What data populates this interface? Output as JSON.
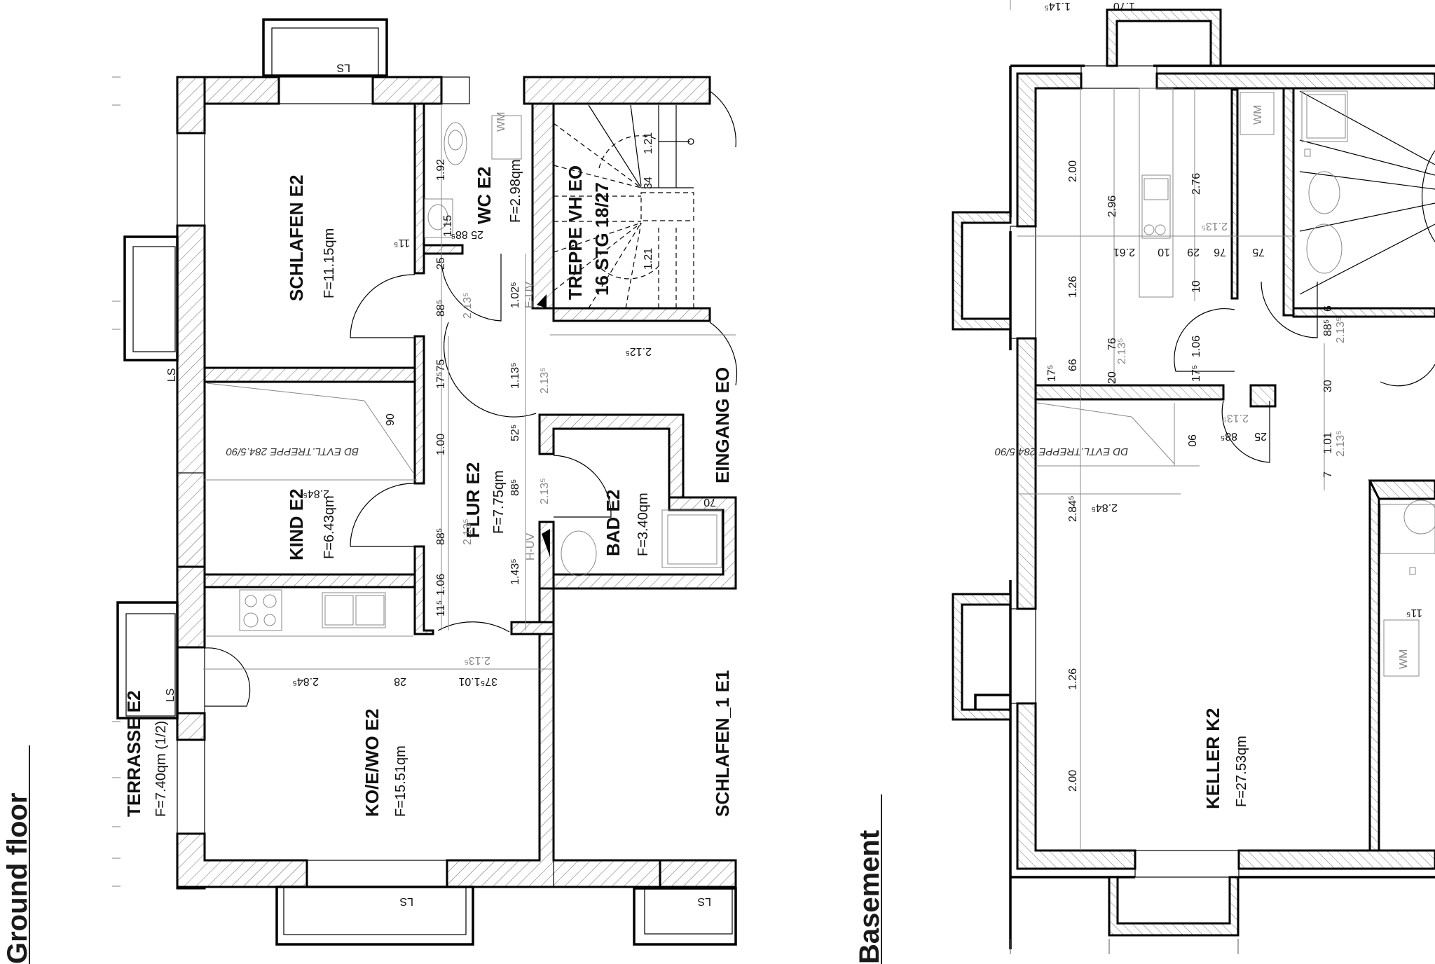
{
  "titles": {
    "ground_floor": "Ground floor",
    "basement": "Basement"
  },
  "ground_floor": {
    "rooms": [
      {
        "name": "SCHLAFEN E2",
        "area": "F=11.15qm"
      },
      {
        "name": "WC E2",
        "area": "F=2.98qm"
      },
      {
        "name": "TREPPE VH EO",
        "area": "16 STG 18/27"
      },
      {
        "name": "FLUR E2",
        "area": "F=7.75qm"
      },
      {
        "name": "KIND E2",
        "area": "F=6.43qm"
      },
      {
        "name": "BAD E2",
        "area": "F=3.40qm"
      },
      {
        "name": "KO/E/WO E2",
        "area": "F=15.51qm"
      },
      {
        "name": "TERRASSE E2",
        "area": "F=7.40qm (1/2)"
      },
      {
        "name": "EINGANG EO",
        "area": ""
      },
      {
        "name": "SCHLAFEN_1 E1",
        "area": ""
      }
    ],
    "window_labels": [
      "LS",
      "LS",
      "LS",
      "LS",
      "LS"
    ],
    "fixtures": {
      "washing_machine": "WM",
      "e_uv": "E-UV",
      "h_uv": "H-UV"
    },
    "note": "BD EVTL.TREPPE 284.5/90",
    "dimensions": {
      "wc_height": "1.92",
      "wc_sink": "1.15",
      "wc_offset": "25",
      "wc_door": "88⁵",
      "wc_door2": "25 88⁵",
      "wc_side": "1.02⁵",
      "stair_121a": "1.21",
      "stair_121b": "1.21",
      "stair_34": "34",
      "hall_2125": "2.12⁵",
      "hall_1135": "1.13⁵",
      "hall_2135a": "2.13⁵",
      "hall_2135b": "2.13⁵",
      "hall_2135c": "2.13⁵",
      "hall_2135d": "2.13⁵",
      "hall_1775": "17⁵75",
      "hall_100": "1.00",
      "hall_885a": "88⁵",
      "hall_885b": "88⁵",
      "hall_885c": "88⁵",
      "hall_525": "52⁵",
      "hall_1435": "1.43⁵",
      "hall_106": "1.06",
      "hall_115": "11⁵",
      "kind_2845": "2.84⁵",
      "kind_90": "90",
      "kitchen_2845": "2.84⁵",
      "kitchen_28": "28",
      "kitchen_101": "37⁵1.01",
      "bad_70": "70",
      "schlafen_115": "11⁵"
    }
  },
  "basement": {
    "rooms": [
      {
        "name": "KELLER K2",
        "area": "F=27.53qm"
      }
    ],
    "fixtures": {
      "washing_machine_a": "WM",
      "washing_machine_b": "WM"
    },
    "note": "DD EVTL.TREPPE 284.5/90",
    "dimensions": {
      "top_1145": "1.14⁵",
      "top_170": "1.70",
      "v_200a": "2.00",
      "v_126a": "1.26",
      "v_66": "66",
      "v_175a": "17⁵",
      "v_2845": "2.84⁵",
      "v_126b": "1.26",
      "v_200b": "2.00",
      "c_296": "2.96",
      "c_76": "76",
      "c_2135": "2.13⁵",
      "c_20": "20",
      "c_261": "2.61",
      "c_10a": "10",
      "c_29": "29",
      "c_76b": "76",
      "c_75": "75",
      "c_276": "2.76",
      "c_2135b": "2.13⁵",
      "c_10b": "10",
      "c_106": "1.06",
      "c_175b": "17⁵",
      "r_885a": "88⁵",
      "r_2135": "2.13⁵",
      "r_2135b": "2.13⁵",
      "r_885b": "88⁵",
      "r_25": "25",
      "r_30": "30",
      "r_101": "1.01",
      "r_2135c": "2.13⁵",
      "r_7": "7",
      "r_6": "6",
      "r_2845": "2.84⁵",
      "r_90": "90",
      "r_115": "11⁵"
    }
  }
}
